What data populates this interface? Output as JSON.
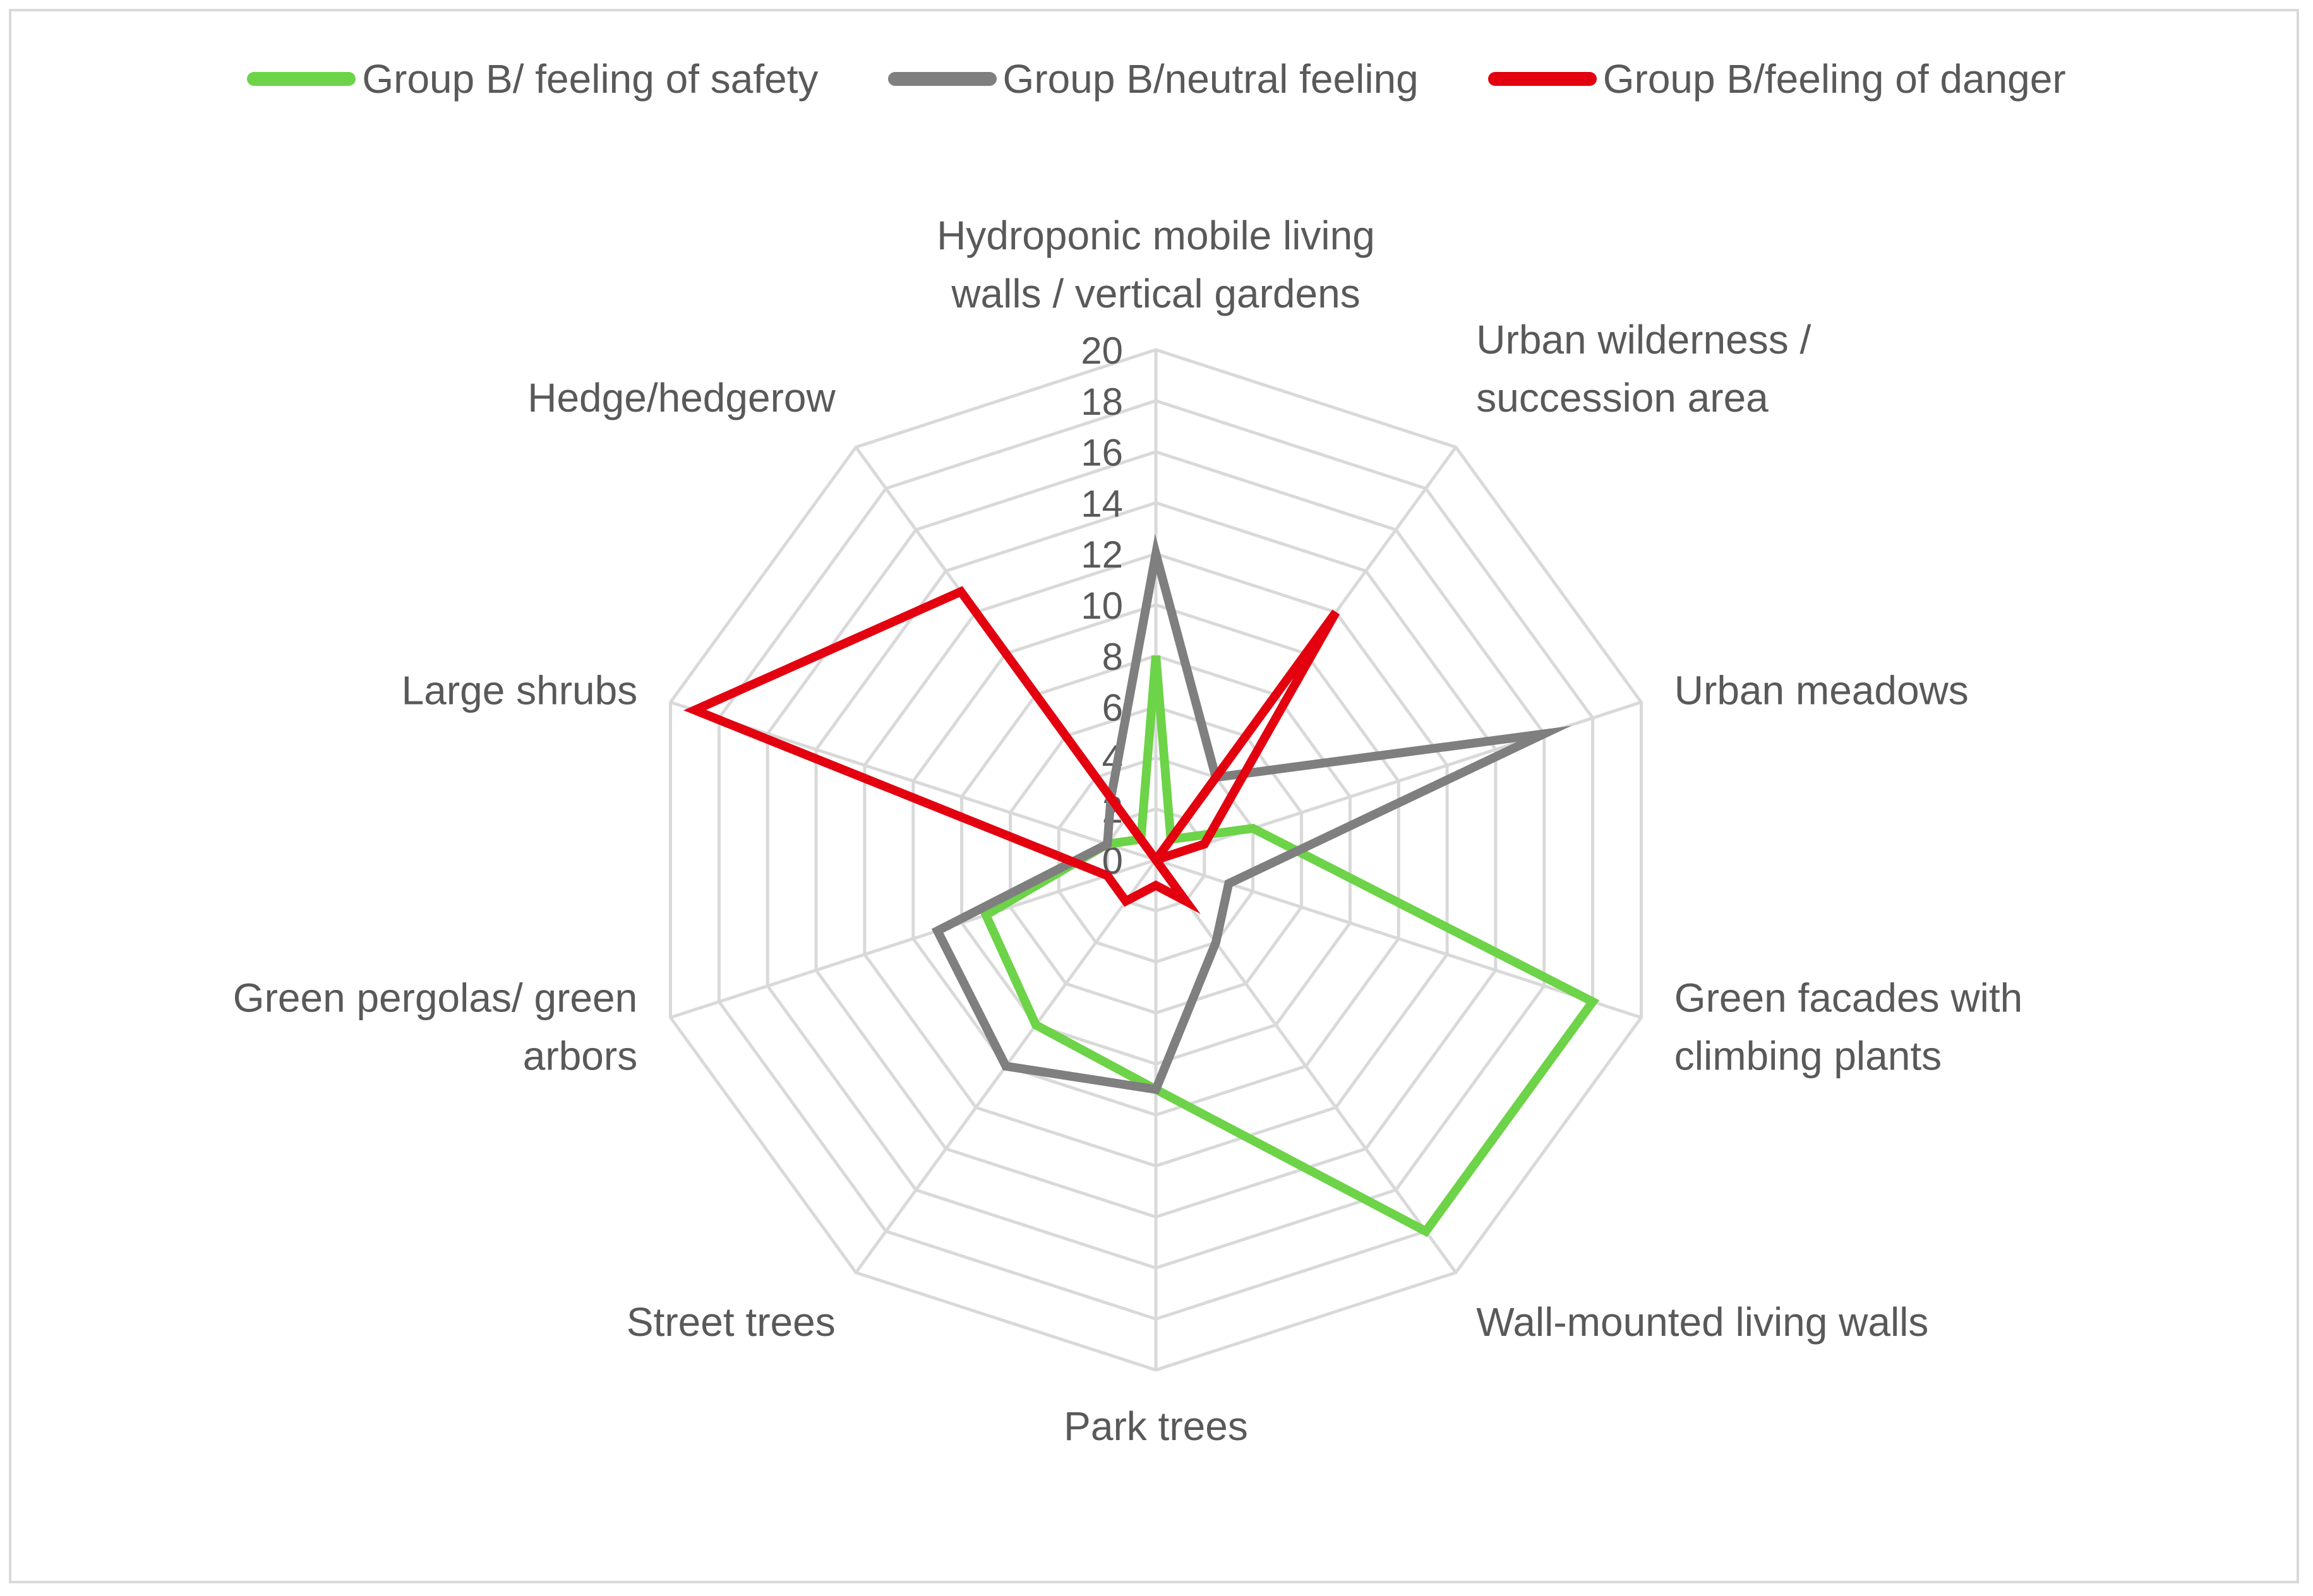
{
  "chart_data": {
    "type": "radar",
    "title": "",
    "categories": [
      [
        "Hydroponic mobile living",
        "walls / vertical gardens"
      ],
      [
        "Urban wilderness /",
        "succession area"
      ],
      [
        "Urban meadows"
      ],
      [
        "Green facades with",
        "climbing plants"
      ],
      [
        "Wall-mounted living walls"
      ],
      [
        "Park trees"
      ],
      [
        "Street  trees"
      ],
      [
        "Green pergolas/ green",
        "arbors"
      ],
      [
        "Large shrubs"
      ],
      [
        "Hedge/hedgerow"
      ]
    ],
    "rlim": [
      0,
      20
    ],
    "ticks": [
      0,
      2,
      4,
      6,
      8,
      10,
      12,
      14,
      16,
      18,
      20
    ],
    "grid": true,
    "legend_position": "top",
    "series": [
      {
        "name": "Group B/ feeling of safety",
        "color": "#6dd348",
        "values": [
          8,
          1,
          4,
          18,
          18,
          9,
          8,
          7,
          2,
          1
        ]
      },
      {
        "name": "Group B/neutral feeling",
        "color": "#7f7f7f",
        "values": [
          12,
          4,
          16,
          3,
          4,
          9,
          10,
          9,
          2,
          3
        ]
      },
      {
        "name": "Group B/feeling of danger",
        "color": "#e3000f",
        "values": [
          0,
          12,
          2,
          0,
          2,
          1,
          2,
          2,
          19,
          13
        ]
      }
    ]
  }
}
